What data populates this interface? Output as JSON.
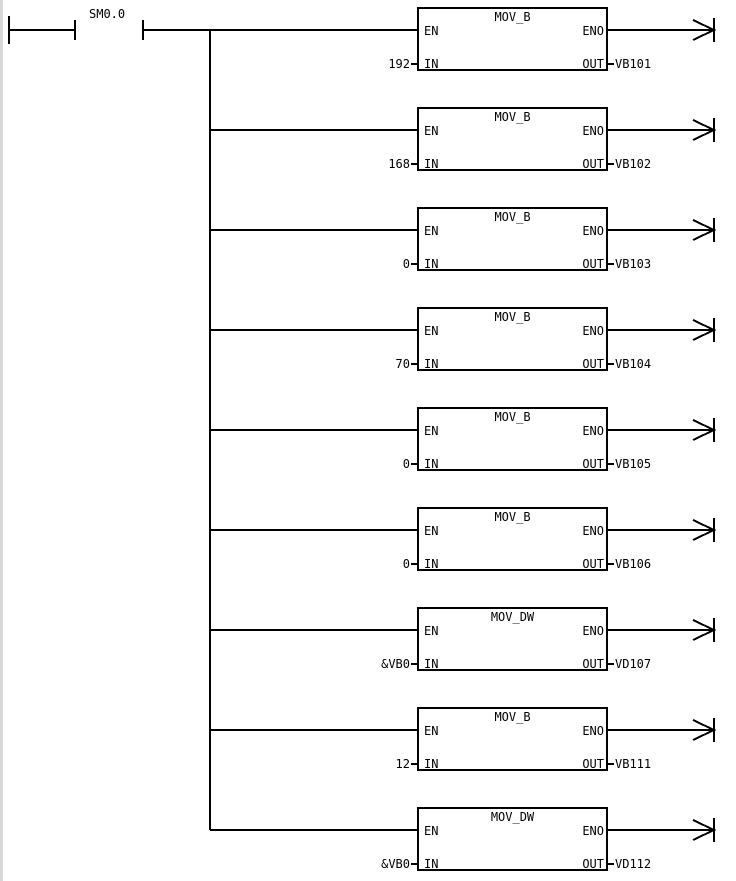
{
  "contact": {
    "label": "SM0.0"
  },
  "pins": {
    "en": "EN",
    "eno": "ENO",
    "in": "IN",
    "out": "OUT"
  },
  "blocks": [
    {
      "type": "MOV_B",
      "in": "192",
      "out": "VB101"
    },
    {
      "type": "MOV_B",
      "in": "168",
      "out": "VB102"
    },
    {
      "type": "MOV_B",
      "in": "0",
      "out": "VB103"
    },
    {
      "type": "MOV_B",
      "in": "70",
      "out": "VB104"
    },
    {
      "type": "MOV_B",
      "in": "0",
      "out": "VB105"
    },
    {
      "type": "MOV_B",
      "in": "0",
      "out": "VB106"
    },
    {
      "type": "MOV_DW",
      "in": "&VB0",
      "out": "VD107"
    },
    {
      "type": "MOV_B",
      "in": "12",
      "out": "VB111"
    },
    {
      "type": "MOV_DW",
      "in": "&VB0",
      "out": "VD112"
    }
  ]
}
